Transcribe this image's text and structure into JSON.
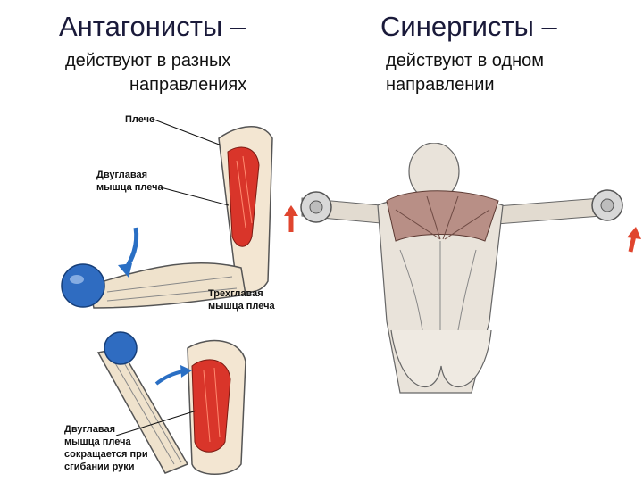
{
  "left": {
    "title": "Антагонисты –",
    "subtitle_line1": "действуют в разных",
    "subtitle_line2": "направлениях"
  },
  "right": {
    "title": "Синергисты –",
    "subtitle_line1": "действуют в одном",
    "subtitle_line2": "направлении"
  },
  "labels": {
    "shoulder": "Плечо",
    "biceps_1": "Двуглавая",
    "biceps_2": "мышца плеча",
    "triceps_1": "Трехглавая",
    "triceps_2": "мышца плеча",
    "biceps_b_1": "Двуглавая",
    "biceps_b_2": "мышца плеча",
    "biceps_b_3": "сокращается при",
    "biceps_b_4": "сгибании руки"
  },
  "colors": {
    "muscle": "#d9352a",
    "arrow_blue": "#2a6fc4",
    "arrow_red": "#e0452e",
    "skin": "#f3e6d2"
  }
}
